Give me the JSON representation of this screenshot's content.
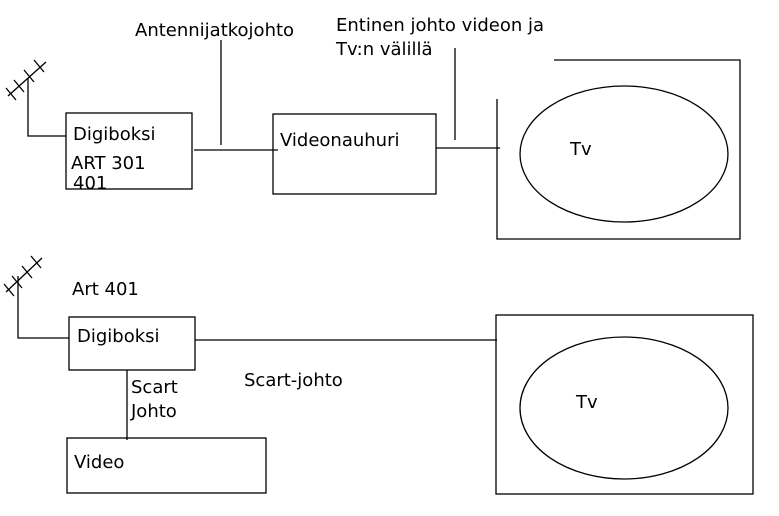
{
  "diagram_1": {
    "antenna_cable_label": "Antennijatkojohto",
    "old_cable_label_line1": "Entinen johto videon ja",
    "old_cable_label_line2": "Tv:n välillä",
    "digibox_label": "Digiboksi",
    "digibox_model_line1": "ART 301",
    "digibox_model_line2": "401",
    "vcr_label": "Videonauhuri",
    "tv_label": "Tv"
  },
  "diagram_2": {
    "model_label": "Art 401",
    "digibox_label": "Digiboksi",
    "scart_cable_label": "Scart-johto",
    "scart_vertical_line1": "Scart",
    "scart_vertical_line2": "Johto",
    "video_label": "Video",
    "tv_label": "Tv"
  }
}
